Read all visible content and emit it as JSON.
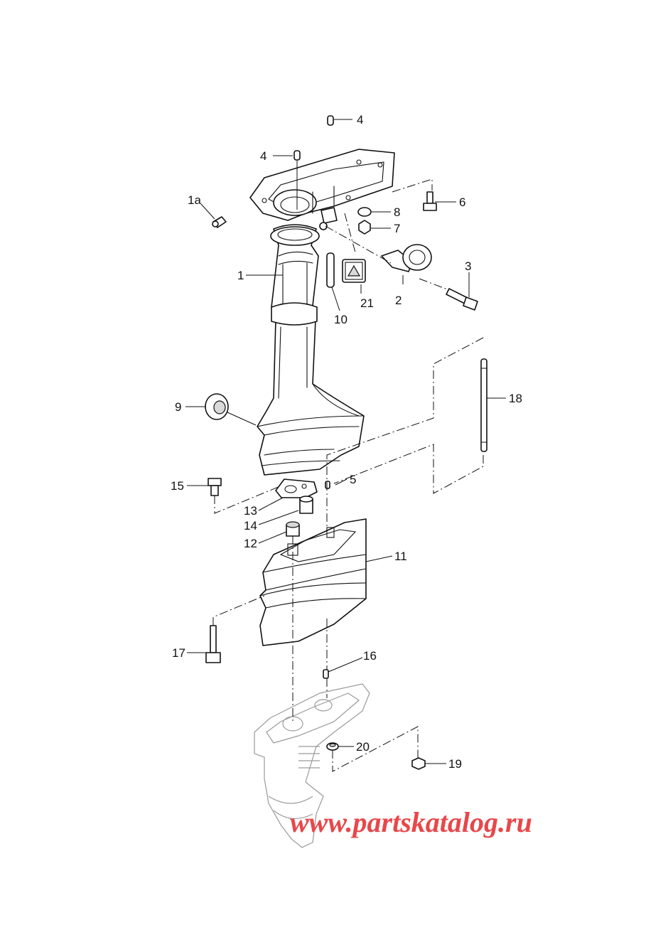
{
  "callouts": [
    "1",
    "1a",
    "2",
    "3",
    "4",
    "4",
    "5",
    "6",
    "7",
    "8",
    "9",
    "10",
    "11",
    "12",
    "13",
    "14",
    "15",
    "16",
    "17",
    "18",
    "19",
    "20",
    "21"
  ],
  "watermark": "www.partskatalog.ru",
  "colors": {
    "line": "#111111",
    "watermark": "#e8474a",
    "background": "#ffffff"
  }
}
